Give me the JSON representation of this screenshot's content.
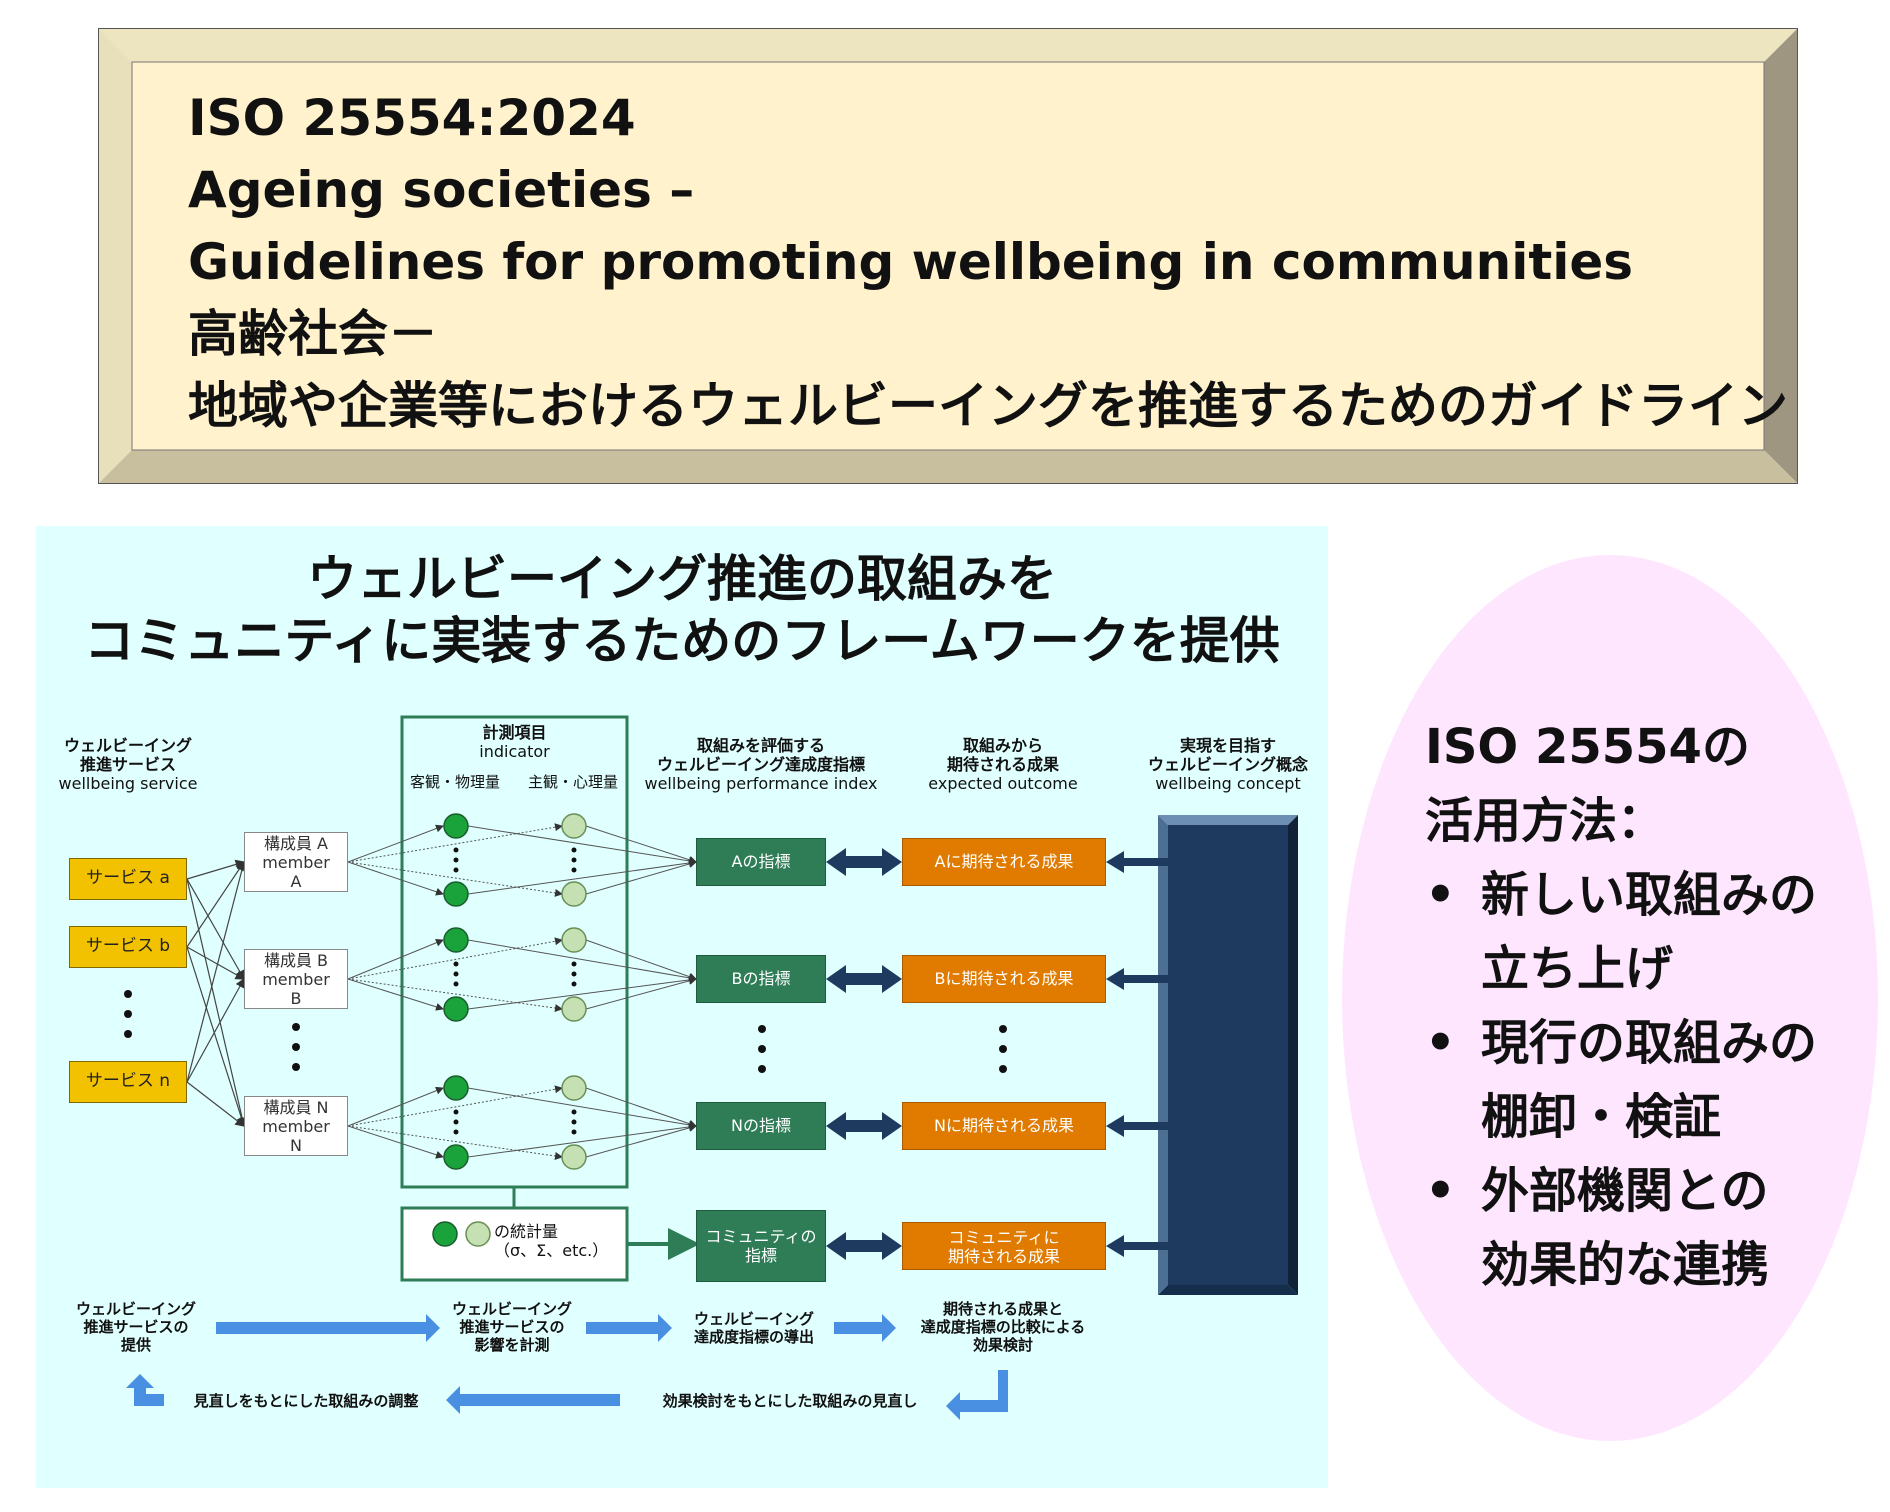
{
  "header": {
    "lines": [
      "ISO 25554:2024",
      "Ageing societies –",
      "Guidelines for promoting wellbeing in communities",
      "高齢社会－",
      "地域や企業等におけるウェルビーイングを推進するためのガイドライン"
    ]
  },
  "diagram": {
    "title_lines": [
      "ウェルビーイング推進の取組みを",
      "コミュニティに実装するためのフレームワークを提供"
    ],
    "columns": {
      "service": {
        "jp1": "ウェルビーイング",
        "jp2": "推進サービス",
        "en": "wellbeing service"
      },
      "indicator": {
        "jp": "計測項目",
        "en": "indicator",
        "sub_objective": "客観・物理量",
        "sub_subjective": "主観・心理量"
      },
      "index": {
        "jp1": "取組みを評価する",
        "jp2": "ウェルビーイング達成度指標",
        "en": "wellbeing performance index"
      },
      "outcome": {
        "jp1": "取組みから",
        "jp2": "期待される成果",
        "en": "expected outcome"
      },
      "concept": {
        "jp1": "実現を目指す",
        "jp2": "ウェルビーイング概念",
        "en": "wellbeing concept"
      }
    },
    "services": [
      "サービス a",
      "サービス b",
      "サービス n"
    ],
    "members": [
      {
        "jp": "構成員 A",
        "en": "member",
        "id": "A"
      },
      {
        "jp": "構成員 B",
        "en": "member",
        "id": "B"
      },
      {
        "jp": "構成員 N",
        "en": "member",
        "id": "N"
      }
    ],
    "indices": [
      "Aの指標",
      "Bの指標",
      "Nの指標"
    ],
    "outcomes": [
      "Aに期待される成果",
      "Bに期待される成果",
      "Nに期待される成果"
    ],
    "stats": {
      "line1": "の統計量",
      "line2": "（σ、Σ、etc.）"
    },
    "community_index": [
      "コミュニティの",
      "指標"
    ],
    "community_outcome": [
      "コミュニティに",
      "期待される成果"
    ],
    "steps": {
      "s1": [
        "ウェルビーイング",
        "推進サービスの",
        "提供"
      ],
      "s2": [
        "ウェルビーイング",
        "推進サービスの",
        "影響を計測"
      ],
      "s3": [
        "ウェルビーイング",
        "達成度指標の導出"
      ],
      "s4": [
        "期待される成果と",
        "達成度指標の比較による",
        "効果検討"
      ],
      "loop_right": "効果検討をもとにした取組みの見直し",
      "loop_left": "見直しをもとにした取組みの調整"
    },
    "colors": {
      "panel_bg": "#e0ffff",
      "service": "#f2c200",
      "index": "#2e7d57",
      "outcome": "#e07b00",
      "concept": "#1f3a5f",
      "step_arrow": "#4a90e2",
      "objective_dot": "#1aa33a",
      "subjective_dot": "#c5e0b3"
    }
  },
  "usage": {
    "title_lines": [
      "ISO 25554の",
      "活用方法："
    ],
    "bullet_symbol": "•",
    "bullets": [
      [
        "新しい取組みの",
        "立ち上げ"
      ],
      [
        "現行の取組みの",
        "棚卸・検証"
      ],
      [
        "外部機関との",
        "効果的な連携"
      ]
    ]
  }
}
